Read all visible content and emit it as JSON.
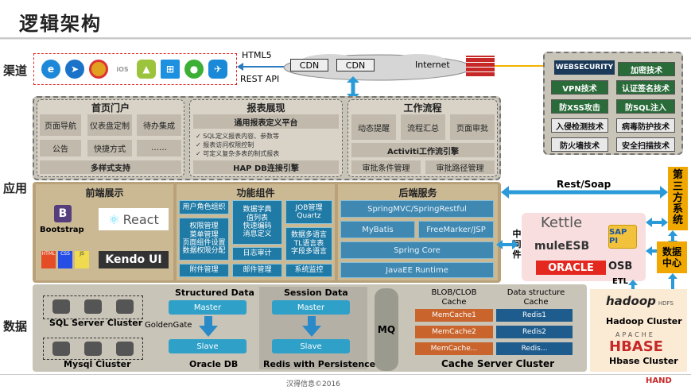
{
  "title": "逻辑架构",
  "layers": {
    "channel": "渠道",
    "application": "应用",
    "data": "数据"
  },
  "channel": {
    "icons": [
      "ie-icon",
      "safari-icon",
      "chrome-icon",
      "ios-icon",
      "android-icon",
      "windows-icon",
      "wechat-icon",
      "app-icon"
    ],
    "ios_label": "iOS",
    "html5": "HTML5",
    "rest": "REST API",
    "cdn1": "CDN",
    "cdn2": "CDN",
    "internet": "Internet"
  },
  "security": {
    "logo": "WEBSECURITY",
    "items": [
      "加密技术",
      "VPN技术",
      "认证签名技术",
      "防XSS攻击",
      "防SQL注入",
      "入侵检测技术",
      "病毒防护技术",
      "防火墙技术",
      "安全扫描技术"
    ]
  },
  "portal": {
    "title": "首页门户",
    "cells": [
      "页面导航",
      "仪表盘定制",
      "待办集成",
      "公告",
      "快捷方式",
      "……"
    ],
    "footer": "多样式支持"
  },
  "report": {
    "title": "报表展现",
    "platform": "通用报表定义平台",
    "checks": [
      "SQL定义报表内容、参数等",
      "报表访问权限控制",
      "可定义复杂多表的制式报表"
    ],
    "footer": "HAP DB连接引擎"
  },
  "workflow": {
    "title": "工作流程",
    "cells": [
      "动态提醒",
      "流程汇总",
      "页面审批"
    ],
    "engine": "Activiti工作流引擎",
    "footer1": "审批条件管理",
    "footer2": "审批路径管理"
  },
  "frontend": {
    "title": "前端展示",
    "bootstrap": "Bootstrap",
    "react": "React",
    "html5": "HTML",
    "css3": "CSS",
    "js": "JS",
    "kendo": "Kendo UI"
  },
  "functions": {
    "title": "功能组件",
    "c1": [
      "用户角色组织",
      "权限管理\n菜单管理\n页面组件设置\n数据权限分配",
      "附件管理"
    ],
    "c2": [
      "数据字典\n值列表\n快速编码\n消息定义",
      "日志审计",
      "邮件管理"
    ],
    "c3": [
      "JOB管理\nQuartz",
      "数据多语言\nTL语言表\n字段多语言",
      "系统监控"
    ]
  },
  "backend": {
    "title": "后端服务",
    "items": [
      "SpringMVC/SpringRestful",
      "MyBatis",
      "FreeMarker/JSP",
      "Spring Core",
      "JavaEE Runtime"
    ]
  },
  "middleware": "中间件",
  "restsoap": "Rest/Soap",
  "third_party": "第三方系统",
  "data_center": "数据中心",
  "integration": {
    "kettle": "Kettle",
    "mule": "muleESB",
    "oracle": "ORACLE",
    "osb": "OSB",
    "sap": "SAP PI",
    "etl": "ETL"
  },
  "data": {
    "sqlserver": "SQL Server Cluster",
    "mysql": "Mysql Cluster",
    "goldengate": "GoldenGate",
    "structured": "Structured Data",
    "master": "Master",
    "slave": "Slave",
    "oracle_db": "Oracle DB",
    "session": "Session Data",
    "session_master": "Master",
    "session_slave": "Slave",
    "redis_persist": "Redis with Persistence",
    "mq": "MQ",
    "blob": "BLOB/CLOB\nCache",
    "dsc": "Data structure\nCache",
    "memcache": [
      "MemCache1",
      "MemCache2",
      "MemCache..."
    ],
    "redis": [
      "Redis1",
      "Redis2",
      "Redis..."
    ],
    "cache_cluster": "Cache Server Cluster",
    "hadoop": "hadoop",
    "hadoop_sub": "HDFS",
    "hadoop_cluster": "Hadoop Cluster",
    "hbase": "HBASE",
    "apache": "APACHE",
    "hbase_cluster": "Hbase Cluster"
  },
  "footer": "汉得信息©2016",
  "brand": "HAND"
}
